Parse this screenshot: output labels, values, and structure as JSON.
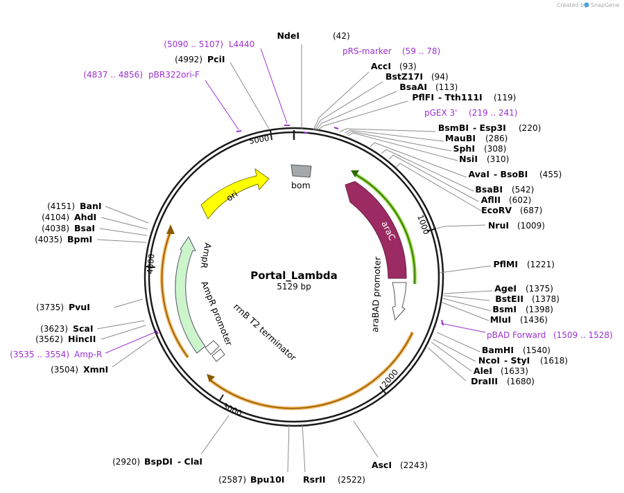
{
  "credit": "Created by",
  "brand": "SnapGene",
  "plasmid": {
    "name": "Portal_Lambda",
    "size": "5129 bp"
  },
  "ticks": [
    "1000",
    "2000",
    "3000",
    "4000",
    "5000"
  ],
  "features": {
    "arac": "araC",
    "arabad": "araBAD promoter",
    "ori": "ori",
    "bom": "bom",
    "ampr": "AmpR",
    "ampr_promoter": "AmpR promoter",
    "rrnb": "rrnB T2 terminator"
  },
  "sites_top": [
    {
      "name": "NdeI",
      "pos": "(42)"
    },
    {
      "name": "AccI",
      "pos": "(93)"
    },
    {
      "name": "BstZ17I",
      "pos": "(94)"
    },
    {
      "name": "BsaAI",
      "pos": "(113)"
    },
    {
      "name": "PflFI",
      "pos": "- Tth111I",
      "extra": "(119)"
    }
  ],
  "primers": [
    {
      "name": "pRS-marker",
      "pos": "(59 .. 78)"
    },
    {
      "name": "pGEX 3'",
      "pos": "(219 .. 241)"
    },
    {
      "name": "L4440",
      "pos": "(5090 .. 5107)"
    },
    {
      "name": "pBR322ori-F",
      "pos": "(4837 .. 4856)"
    },
    {
      "name": "pBAD Forward",
      "pos": "(1509 .. 1528)"
    },
    {
      "name": "Amp-R",
      "pos": "(3535 .. 3554)"
    }
  ],
  "sites_right": [
    {
      "name": "BsmBI",
      "alt": "- Esp3I",
      "pos": "(220)"
    },
    {
      "name": "MauBI",
      "pos": "(286)"
    },
    {
      "name": "SphI",
      "pos": "(308)"
    },
    {
      "name": "NsiI",
      "pos": "(310)"
    },
    {
      "name": "AvaI",
      "alt": "- BsoBI",
      "pos": "(455)"
    },
    {
      "name": "BsaBI",
      "pos": "(542)"
    },
    {
      "name": "AflII",
      "pos": "(602)"
    },
    {
      "name": "EcoRV",
      "pos": "(687)"
    },
    {
      "name": "NruI",
      "pos": "(1009)"
    },
    {
      "name": "PflMI",
      "pos": "(1221)"
    },
    {
      "name": "AgeI",
      "pos": "(1375)"
    },
    {
      "name": "BstEII",
      "pos": "(1378)"
    },
    {
      "name": "BsmI",
      "pos": "(1398)"
    },
    {
      "name": "MluI",
      "pos": "(1436)"
    },
    {
      "name": "BamHI",
      "pos": "(1540)"
    },
    {
      "name": "NcoI",
      "alt": "- StyI",
      "pos": "(1618)"
    },
    {
      "name": "AleI",
      "pos": "(1633)"
    },
    {
      "name": "DraIII",
      "pos": "(1680)"
    },
    {
      "name": "AscI",
      "pos": "(2243)"
    }
  ],
  "sites_bottom": [
    {
      "name": "BspDI",
      "alt": "- ClaI",
      "pos": "(2920)"
    },
    {
      "name": "Bpu10I",
      "pos": "(2587)"
    },
    {
      "name": "RsrII",
      "pos": "(2522)"
    }
  ],
  "sites_left": [
    {
      "name": "PciI",
      "pos": "(4992)"
    },
    {
      "name": "BanI",
      "pos": "(4151)"
    },
    {
      "name": "AhdI",
      "pos": "(4104)"
    },
    {
      "name": "BsaI",
      "pos": "(4038)"
    },
    {
      "name": "BpmI",
      "pos": "(4035)"
    },
    {
      "name": "PvuI",
      "pos": "(3735)"
    },
    {
      "name": "ScaI",
      "pos": "(3623)"
    },
    {
      "name": "HincII",
      "pos": "(3562)"
    },
    {
      "name": "XmnI",
      "pos": "(3504)"
    }
  ],
  "colors": {
    "backbone": "#1a1a1a",
    "primer": "#9b30d0",
    "arac": "#9b2b62",
    "arac_outline": "#6e1c44",
    "promoter_outline": "#8fd43a",
    "ori": "#ffff00",
    "ampr": "#ccf5cc",
    "bom": "#a5a8ad",
    "orange": "#f2b35b",
    "line": "#8a8a8a"
  }
}
